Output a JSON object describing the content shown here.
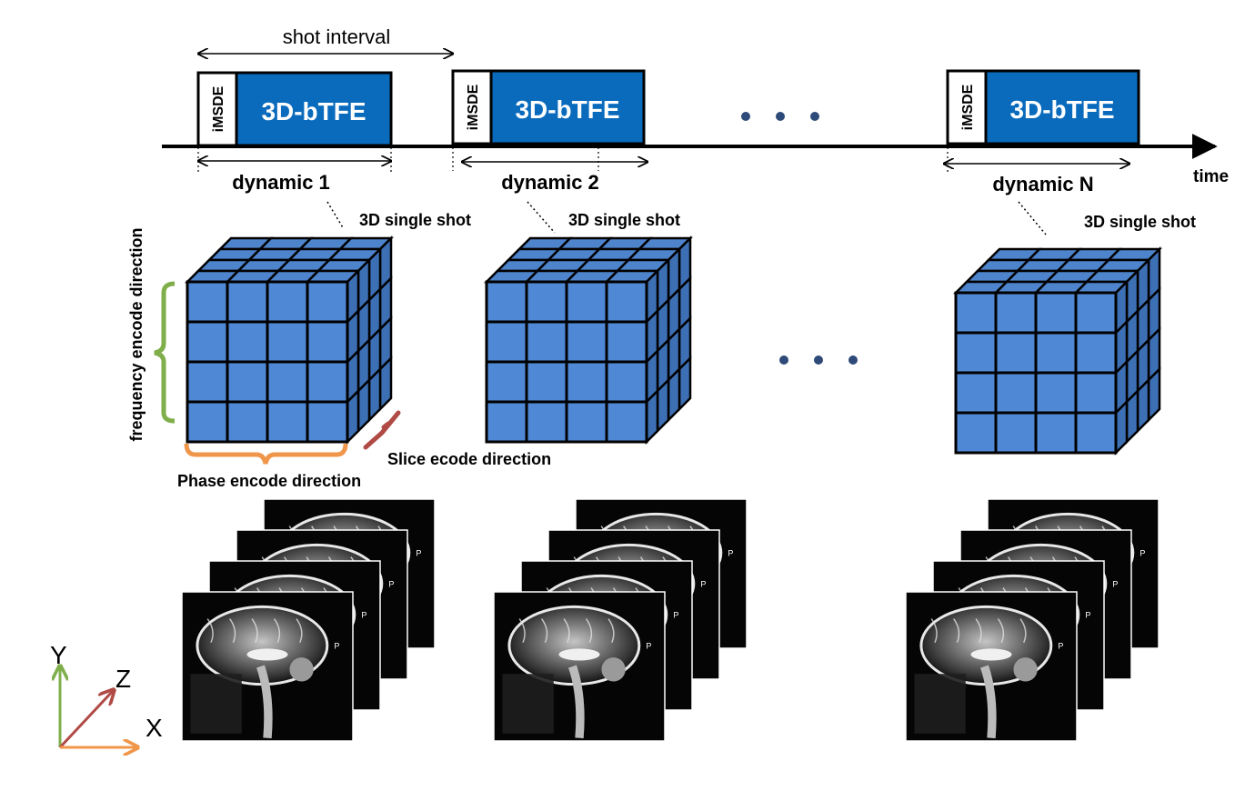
{
  "timeline": {
    "shot_interval_label": "shot interval",
    "time_label": "time",
    "ellipsis": "•  •  •"
  },
  "dynamics": [
    {
      "prep_label": "iMSDE",
      "block_label": "3D-bTFE",
      "dynamic_label": "dynamic 1",
      "shot_label": "3D single shot"
    },
    {
      "prep_label": "iMSDE",
      "block_label": "3D-bTFE",
      "dynamic_label": "dynamic 2",
      "shot_label": "3D single shot"
    },
    {
      "prep_label": "iMSDE",
      "block_label": "3D-bTFE",
      "dynamic_label": "dynamic N",
      "shot_label": "3D single shot"
    }
  ],
  "encoding": {
    "frequency_label": "frequency encode direction",
    "phase_label": "Phase encode direction",
    "slice_label": "Slice ecode direction"
  },
  "axes": {
    "y_label": "Y",
    "z_label": "Z",
    "x_label": "X"
  },
  "image_marker": "P",
  "colors": {
    "block_fill": "#0a6bbd",
    "cube_front": "#4f88d4",
    "cube_top": "#4d84cc",
    "cube_side": "#3d6fb5",
    "frequency_bracket": "#7fae4a",
    "phase_bracket": "#f0964a",
    "slice_mark": "#b04a45",
    "axis_y": "#7fae4a",
    "axis_z": "#b04a45",
    "axis_x": "#f0964a",
    "dot_color": "#2e4a78"
  }
}
